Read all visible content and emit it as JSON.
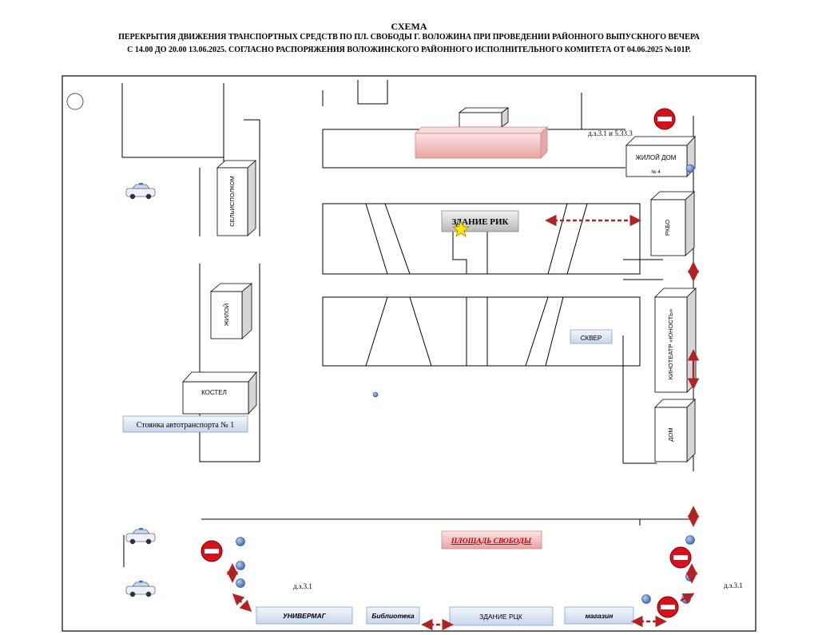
{
  "header": {
    "line1": "СХЕМА",
    "line2": "ПЕРЕКРЫТИЯ ДВИЖЕНИЯ ТРАНСПОРТНЫХ СРЕДСТВ ПО ПЛ. СВОБОДЫ Г. ВОЛОЖИНА ПРИ ПРОВЕДЕНИИ РАЙОННОГО ВЫПУСКНОГО ВЕЧЕРА",
    "line3": "С 14.00 ДО 20.00 13.06.2025. СОГЛАСНО РАСПОРЯЖЕНИЯ ВОЛОЖИНСКОГО РАЙОННОГО ИСПОЛНИТЕЛЬНОГО КОМИТЕТА ОТ 04.06.2025 №101Р."
  },
  "buildings": {
    "selispolkom": "СЕЛЬИСПОЛКОМ",
    "zhiloy": "ЖИЛОЙ",
    "kostel": "КОСТЕЛ",
    "zhiloy_dom": "ЖИЛОЙ ДОМ",
    "zhiloy_dom_num": "№ 4",
    "rkbo": "РКБО",
    "kinoteatr": "КИНОТЕАТР «ЮНОСТЬ»",
    "dom": "ДОМ",
    "zdanie_rik": "ЗДАНИЕ РИК",
    "skver": "СКВЕР",
    "ploshchad": "ПЛОЩАДЬ СВОБОДЫ",
    "univermag": "УНИВЕРМАГ",
    "biblioteka": "Библиотека",
    "zdanie_rck": "ЗДАНИЕ РЦК",
    "magazin": "магазин"
  },
  "parking": "Стоянка автотранспорта № 1",
  "signs": {
    "top_right": "д.з.3.1 и 5.33.3",
    "bottom_left": "д.з.3.1",
    "bottom_right": "д.з.3.1"
  },
  "colors": {
    "no_entry": "#d8101b",
    "arrow": "#b22222",
    "marker": "#4a78c8",
    "star": "#ffe600",
    "label_box": "#dde6f4"
  }
}
